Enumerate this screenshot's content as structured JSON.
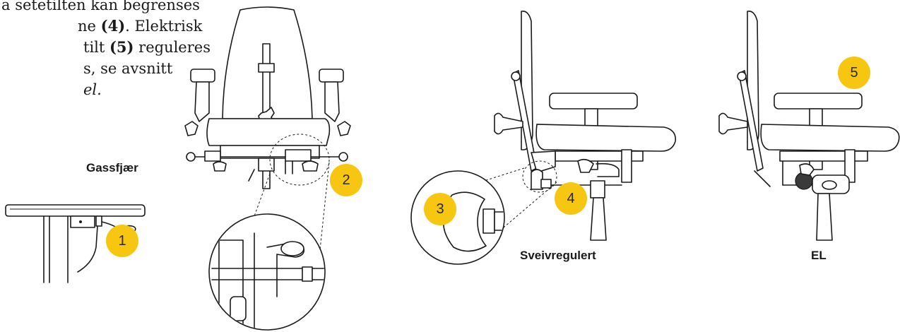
{
  "intro": {
    "line1": "a setetilten kan begrenses",
    "line2_a": "ne ",
    "line2_b": "(4)",
    "line2_c": ". Elektrisk",
    "line3_a": "tilt ",
    "line3_b": "(5)",
    "line3_c": " reguleres",
    "line4": "s, se avsnitt",
    "line5": "el."
  },
  "captions": {
    "gas": "Gassfjær",
    "crank": "Sveivregulert",
    "el": "EL"
  },
  "badges": [
    "1",
    "2",
    "3",
    "4",
    "5"
  ],
  "colors": {
    "badge": "#f7c611",
    "line": "#1a1a1a"
  }
}
